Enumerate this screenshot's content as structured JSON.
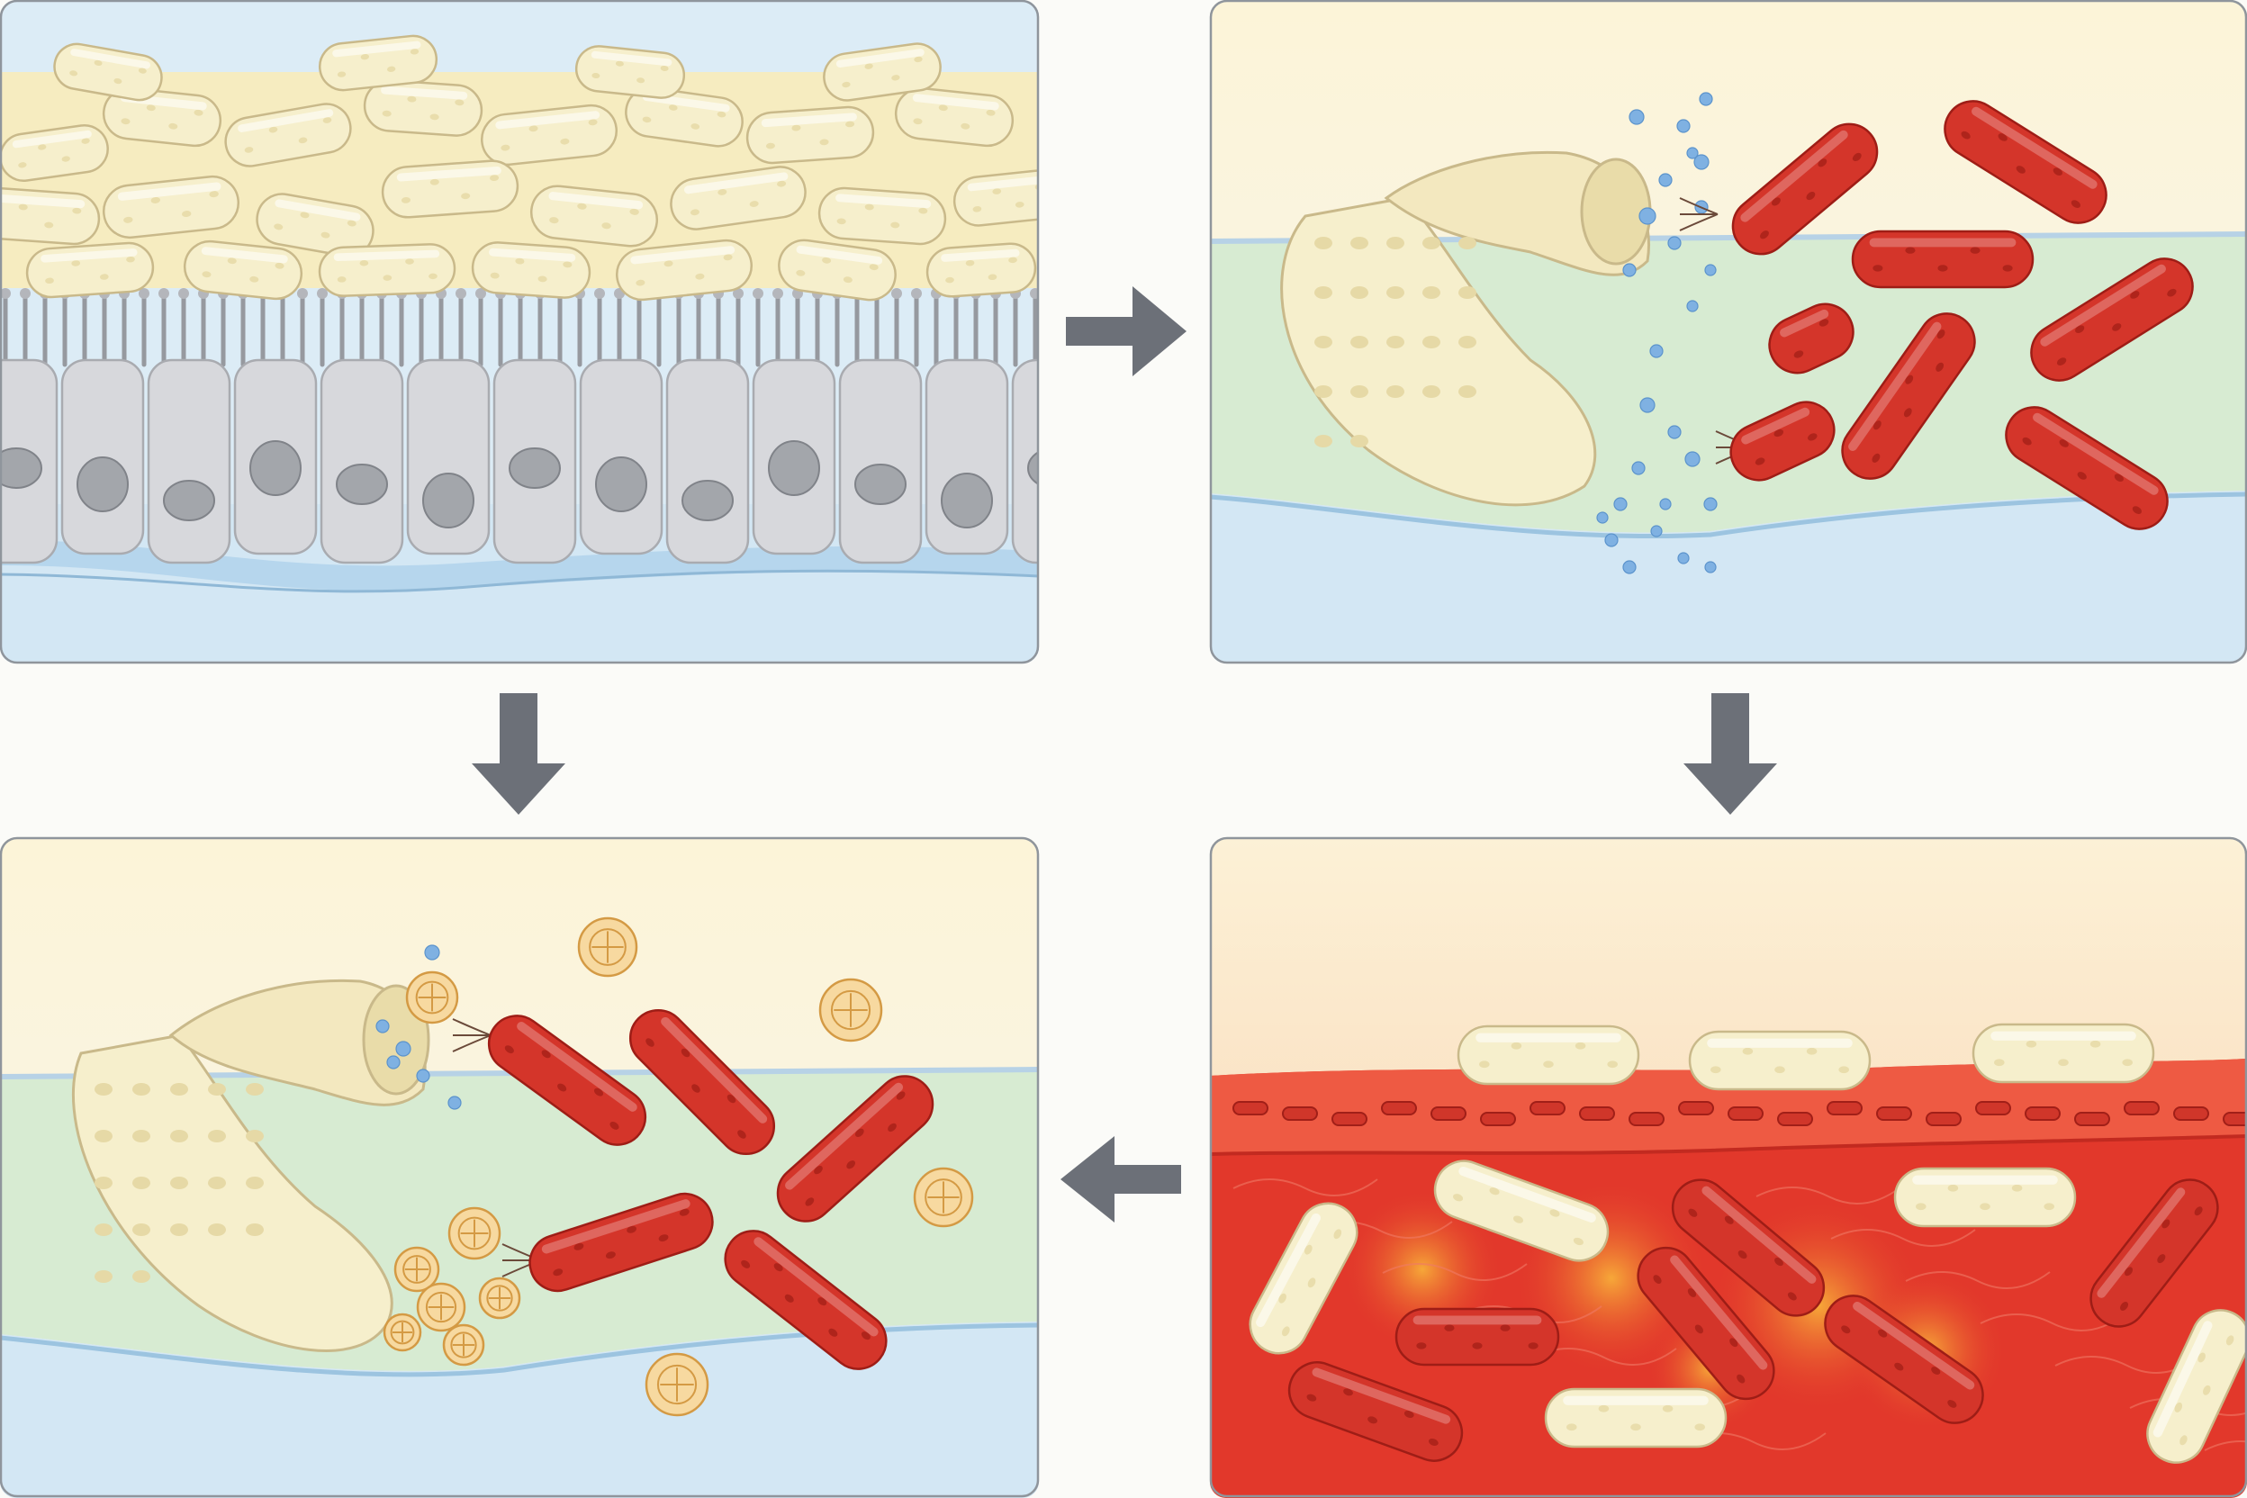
{
  "figure": {
    "panels": [
      {
        "id": "panel-1",
        "scene": "healthy-epithelium"
      },
      {
        "id": "panel-2",
        "scene": "bacterial-invasion"
      },
      {
        "id": "panel-3",
        "scene": "inflamed-tissue"
      },
      {
        "id": "panel-4",
        "scene": "immune-response"
      }
    ],
    "arrows": [
      {
        "id": "arrow-right",
        "direction": "right"
      },
      {
        "id": "arrow-down-left",
        "direction": "down"
      },
      {
        "id": "arrow-down-right",
        "direction": "down"
      },
      {
        "id": "arrow-left",
        "direction": "left"
      }
    ]
  },
  "colors": {
    "page_background": "#fbfbf8",
    "panel_border": "#8f959c",
    "commensal_bacteria": "#f6efcc",
    "commensal_outline": "#c9b98a",
    "pathogen_bacteria": "#d4352a",
    "pathogen_outline": "#9e1d16",
    "epithelial_cell": "#d7d8dc",
    "epithelial_nucleus": "#a3a6ab",
    "mucus_layer": "#d7ebd2",
    "lumen_top": "#fcf4d8",
    "submucosa": "#d5e8f3",
    "inflamed_tissue": "#e2382b",
    "inflamed_highlight": "#f7a12f",
    "immune_cell": "#f7d9a0",
    "immune_outline": "#d49a44",
    "droplet": "#7fb1e2",
    "arrow": "#6c7078"
  }
}
